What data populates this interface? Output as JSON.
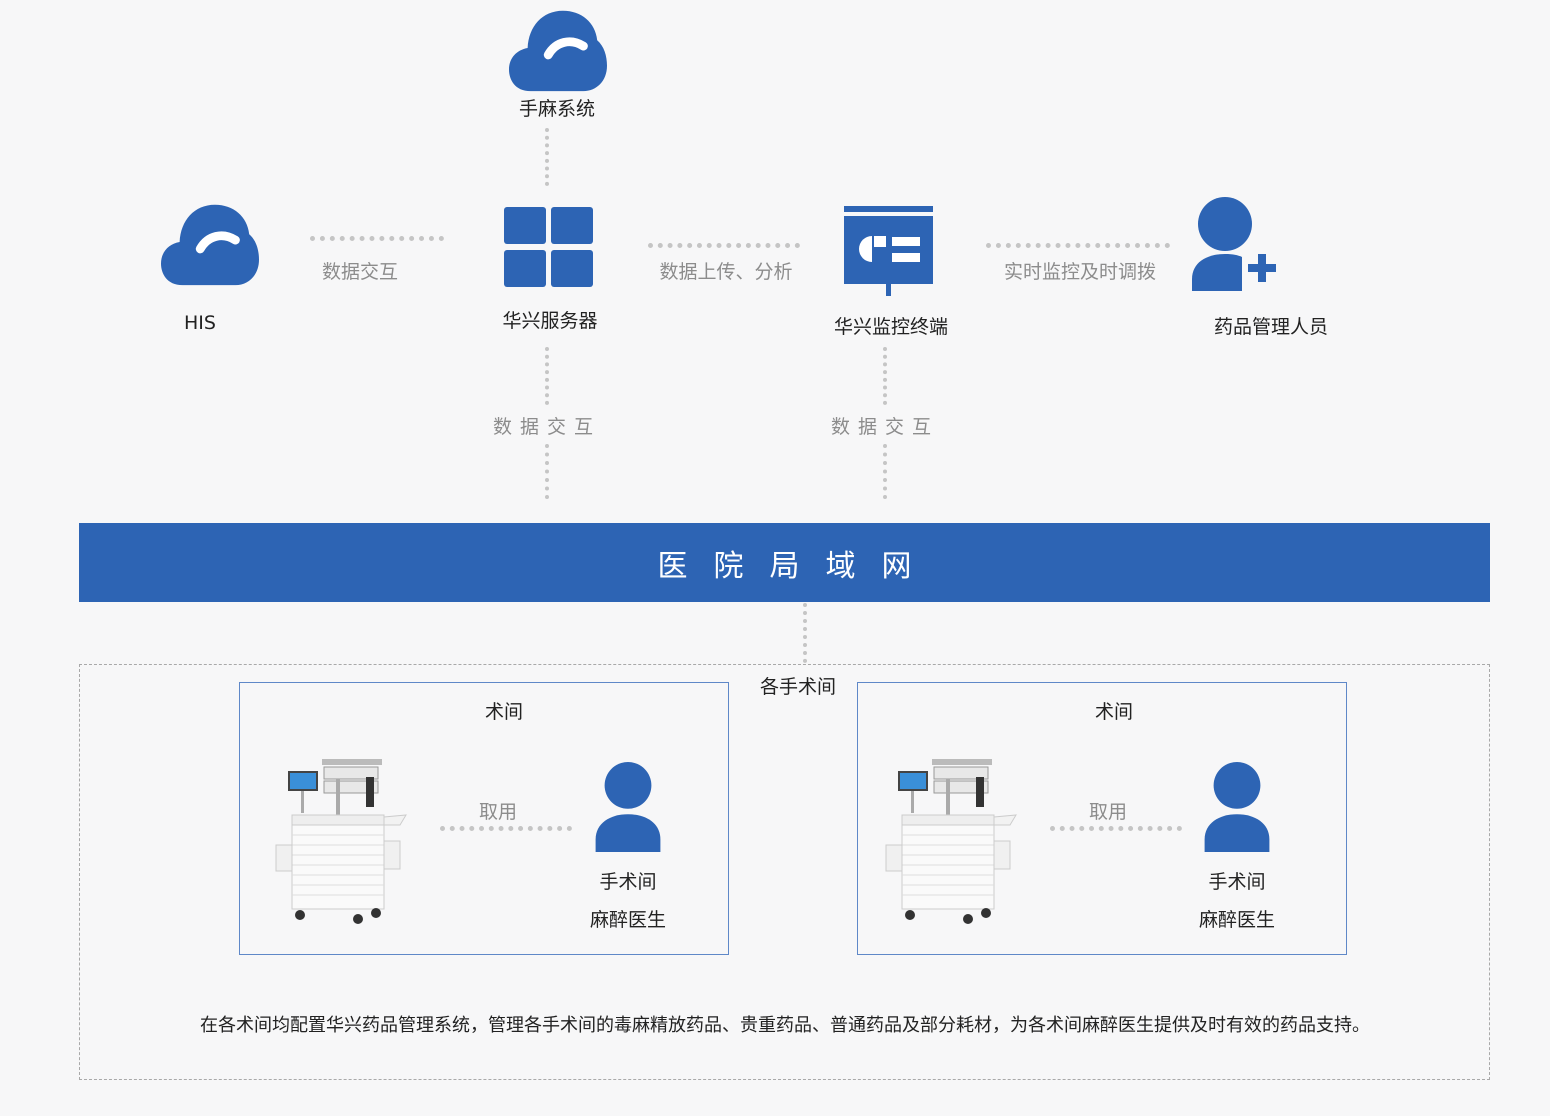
{
  "nodes": {
    "anesthesia_system": "手麻系统",
    "his": "HIS",
    "server": "华兴服务器",
    "monitor": "华兴监控终端",
    "drug_admin": "药品管理人员"
  },
  "links": {
    "his_server": "数据交互",
    "server_monitor": "数据上传、分析",
    "monitor_admin": "实时监控及时调拨",
    "server_lan": "数据交互",
    "monitor_lan": "数据交互"
  },
  "lan": "医院局域网",
  "rooms_area": {
    "title": "各手术间",
    "rooms": [
      {
        "title": "术间",
        "link": "取用",
        "doctor_line1": "手术间",
        "doctor_line2": "麻醉医生"
      },
      {
        "title": "术间",
        "link": "取用",
        "doctor_line1": "手术间",
        "doctor_line2": "麻醉医生"
      }
    ],
    "description": "在各术间均配置华兴药品管理系统，管理各手术间的毒麻精放药品、贵重药品、普通药品及部分耗材，为各术间麻醉医生提供及时有效的药品支持。"
  },
  "colors": {
    "accent": "#2d64b4",
    "dash": "#c5c5c5",
    "background": "#f7f7f8"
  }
}
